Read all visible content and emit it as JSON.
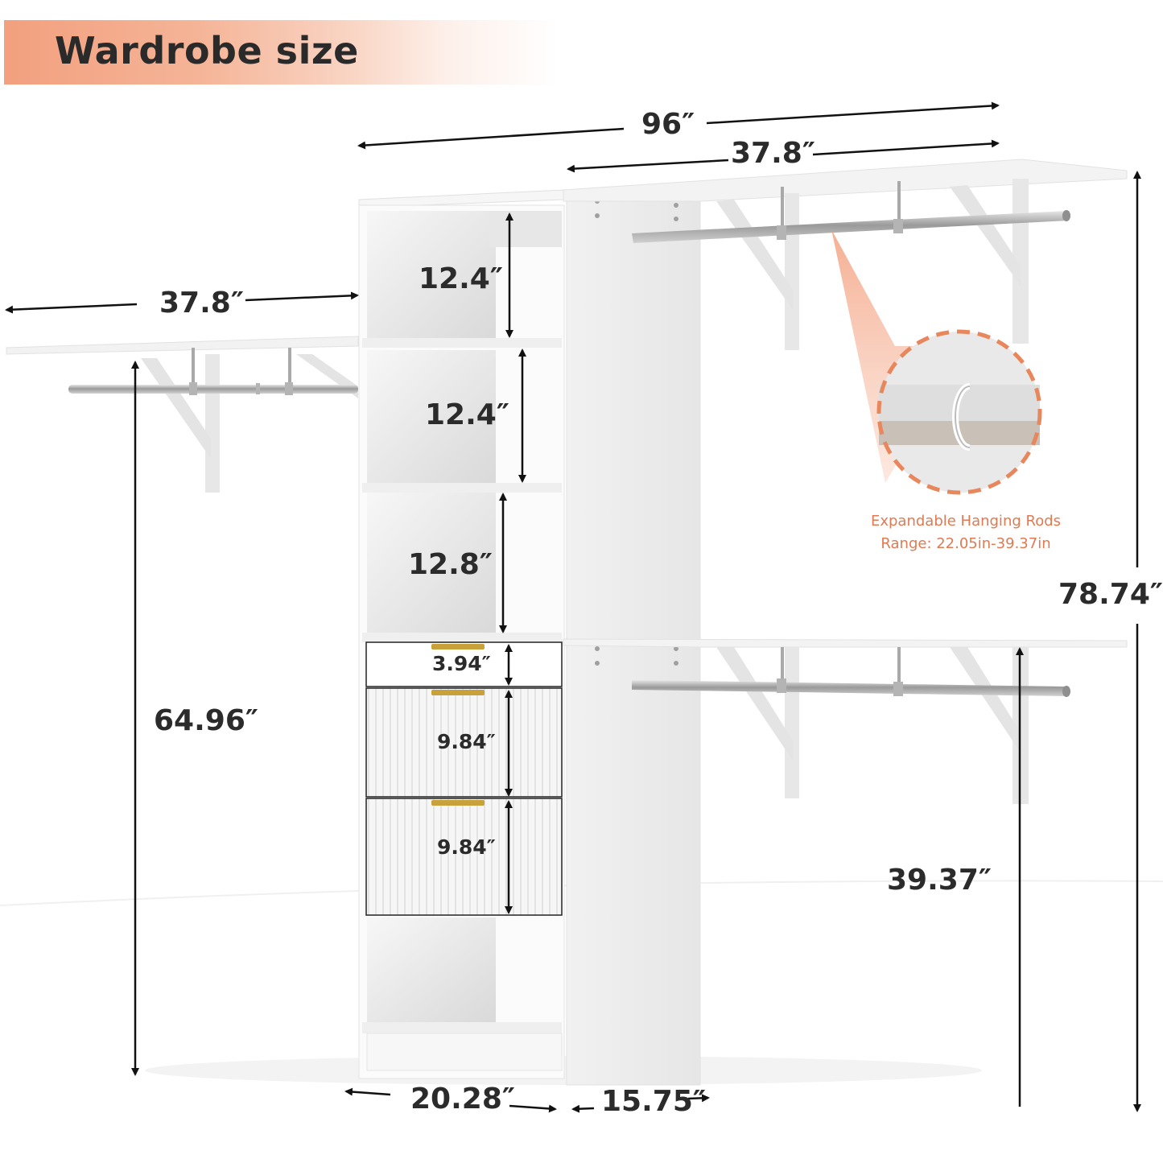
{
  "header": {
    "title": "Wardrobe size",
    "banner_color": "#f2a07e"
  },
  "dimensions": {
    "total_width": "96″",
    "right_upper_shelf_width": "37.8″",
    "left_shelf_width": "37.8″",
    "cubby_1_height": "12.4″",
    "cubby_2_height": "12.4″",
    "cubby_3_height": "12.8″",
    "drawer_small_height": "3.94″",
    "drawer_1_height": "9.84″",
    "drawer_2_height": "9.84″",
    "left_rod_height": "64.96″",
    "total_height": "78.74″",
    "lower_right_rod_height": "39.37″",
    "tower_width": "20.28″",
    "tower_depth": "15.75″"
  },
  "callout": {
    "line1": "Expandable Hanging Rods",
    "line2": "Range: 22.05in-39.37in",
    "accent_color": "#e8865c"
  },
  "colors": {
    "text": "#2b2b2b",
    "arrow": "#111111",
    "panel": "#f4f4f4",
    "panel_shadow": "#dcdcdc",
    "bracket": "#e6e6e6",
    "rod": "#b9b9b9",
    "handle": "#c9a13b"
  }
}
